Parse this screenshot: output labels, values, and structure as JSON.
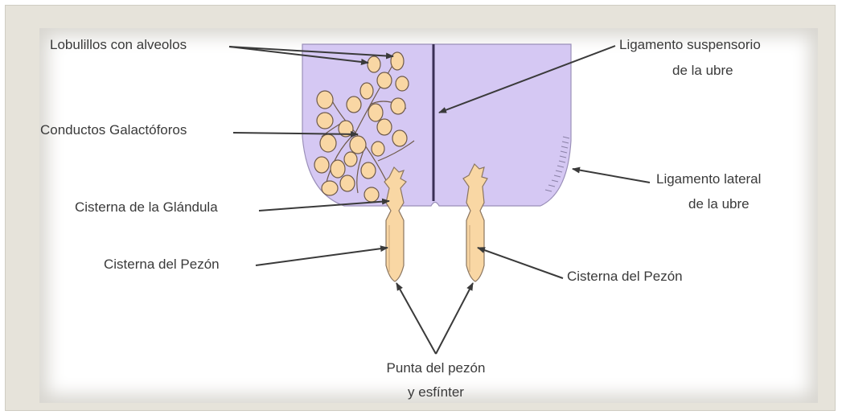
{
  "diagram": {
    "labels": {
      "lobulillos": "Lobulillos con alveolos",
      "ligamento_suspensorio_1": "Ligamento suspensorio",
      "ligamento_suspensorio_2": "de la ubre",
      "conductos": "Conductos Galactóforos",
      "ligamento_lateral_1": "Ligamento lateral",
      "ligamento_lateral_2": "de la ubre",
      "cisterna_glandula": "Cisterna de la Glándula",
      "cisterna_pezon_left": "Cisterna del Pezón",
      "cisterna_pezon_right": "Cisterna del Pezón",
      "punta_1": "Punta del pezón",
      "punta_2": "y esfínter"
    },
    "colors": {
      "udder": "#d5c8f3",
      "udder_outline": "#9a8fb8",
      "alveoli": "#f9d7a4",
      "alveoli_outline": "#6e5a4a",
      "arrow": "#3a3a3a",
      "frame": "#e6e3da"
    }
  }
}
